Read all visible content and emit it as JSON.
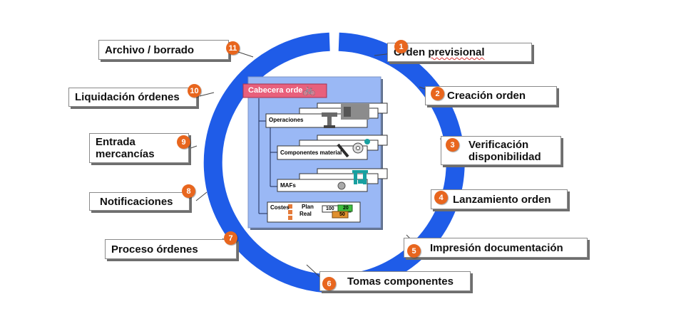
{
  "steps": [
    {
      "num": "1",
      "label": "Orden previsional"
    },
    {
      "num": "2",
      "label": "Creación orden"
    },
    {
      "num": "3",
      "label_l1": "Verificación",
      "label_l2": "disponibilidad"
    },
    {
      "num": "4",
      "label": "Lanzamiento orden"
    },
    {
      "num": "5",
      "label": "Impresión documentación"
    },
    {
      "num": "6",
      "label": "Tomas componentes"
    },
    {
      "num": "7",
      "label": "Proceso órdenes"
    },
    {
      "num": "8",
      "label": "Notificaciones"
    },
    {
      "num": "9",
      "label_l1": "Entrada",
      "label_l2": "mercancías"
    },
    {
      "num": "10",
      "label": "Liquidación órdenes"
    },
    {
      "num": "11",
      "label": "Archivo / borrado"
    }
  ],
  "order": {
    "header": "Cabecera orde",
    "operations": "Operaciones",
    "components": "Componentes material",
    "prts": "MAFs",
    "costs": "Costes",
    "plan_label": "Plan",
    "real_label": "Real",
    "plan_value": "100",
    "green_value": "20",
    "orange_value": "50"
  },
  "colors": {
    "ring": "#1f5ce8",
    "badge": "#e8661e",
    "panel": "#9ab8f5",
    "header": "#e8607c"
  }
}
